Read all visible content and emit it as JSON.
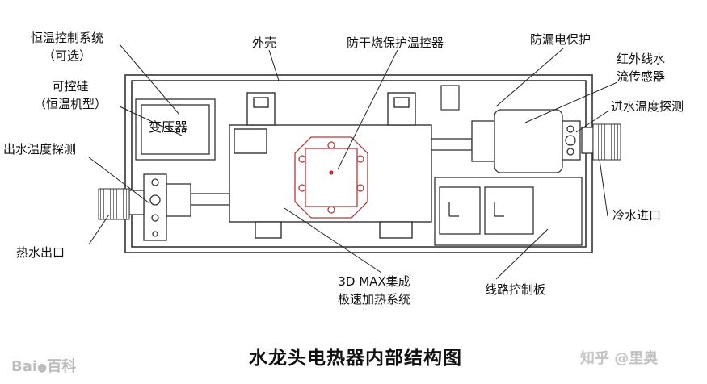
{
  "labels": {
    "thermostat_system": "恒温控制系统",
    "thermostat_optional": "（可选）",
    "thyristor": "可控硅",
    "thyristor_model": "（恒温机型）",
    "outlet_temp_probe": "出水温度探测",
    "hot_water_outlet": "热水出口",
    "shell": "外壳",
    "dry_burn_protector": "防干烧保护温控器",
    "leakage_protection": "防漏电保护",
    "ir_flow_sensor_line1": "红外线水",
    "ir_flow_sensor_line2": "流传感器",
    "inlet_temp_probe": "进水温度探测",
    "cold_water_inlet": "冷水进口",
    "heating_system_line1": "3D MAX集成",
    "heating_system_line2": "极速加热系统",
    "circuit_board": "线路控制板",
    "transformer": "变压器"
  },
  "title": "水龙头电热器内部结构图",
  "watermarks": {
    "left": "Bai",
    "left_suffix": "百科",
    "right": "知乎 @里奥"
  },
  "colors": {
    "line": "#333333",
    "accent_red": "#b23a3a"
  }
}
